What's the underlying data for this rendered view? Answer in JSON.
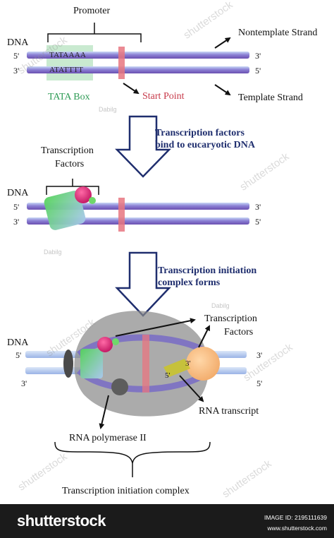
{
  "panel1": {
    "promoter": "Promoter",
    "dna": "DNA",
    "top_five": "5'",
    "top_three": "3'",
    "bottom_three": "3'",
    "bottom_five": "5'",
    "seq_top": "TATAAAA",
    "seq_bottom": "ATATTTT",
    "tata_box": "TATA Box",
    "start_point": "Start Point",
    "nontemplate": "Nontemplate Strand",
    "template": "Template Strand"
  },
  "step1": {
    "line1": "Transcription factors",
    "line2": "bind to eucaryotic DNA"
  },
  "panel2": {
    "tf_line1": "Transcription",
    "tf_line2": "Factors",
    "dna": "DNA",
    "top_five": "5'",
    "top_three": "3'",
    "bottom_three": "3'",
    "bottom_five": "5'"
  },
  "step2": {
    "line1": "Transcription initiation",
    "line2": "complex forms"
  },
  "panel3": {
    "dna": "DNA",
    "left_five": "5'",
    "left_three": "3'",
    "right_three": "3'",
    "right_five": "5'",
    "inner_five": "5'",
    "inner_three": "3'",
    "tf_line1": "Transcription",
    "tf_line2": "Factors",
    "rna_transcript": "RNA transcript",
    "rna_pol": "RNA polymerase II",
    "complex": "Transcription initiation complex"
  },
  "colors": {
    "strand": "#7b6fc4",
    "tata_box": "#bfe6c8",
    "start_point": "#e87680",
    "tf_green": "#7bd66a",
    "tf_magenta": "#d9287e",
    "polymerase": "#8a8a8a",
    "tf_orange": "#f5c08a",
    "rna": "#c9c32f",
    "arrow_outline": "#1f2e6e"
  },
  "watermarks": {
    "main": "shutterstock",
    "small": "Dabilg"
  },
  "footer": {
    "brand": "shutterstock",
    "image_id": "IMAGE ID: 2195111639",
    "site": "www.shutterstock.com"
  }
}
